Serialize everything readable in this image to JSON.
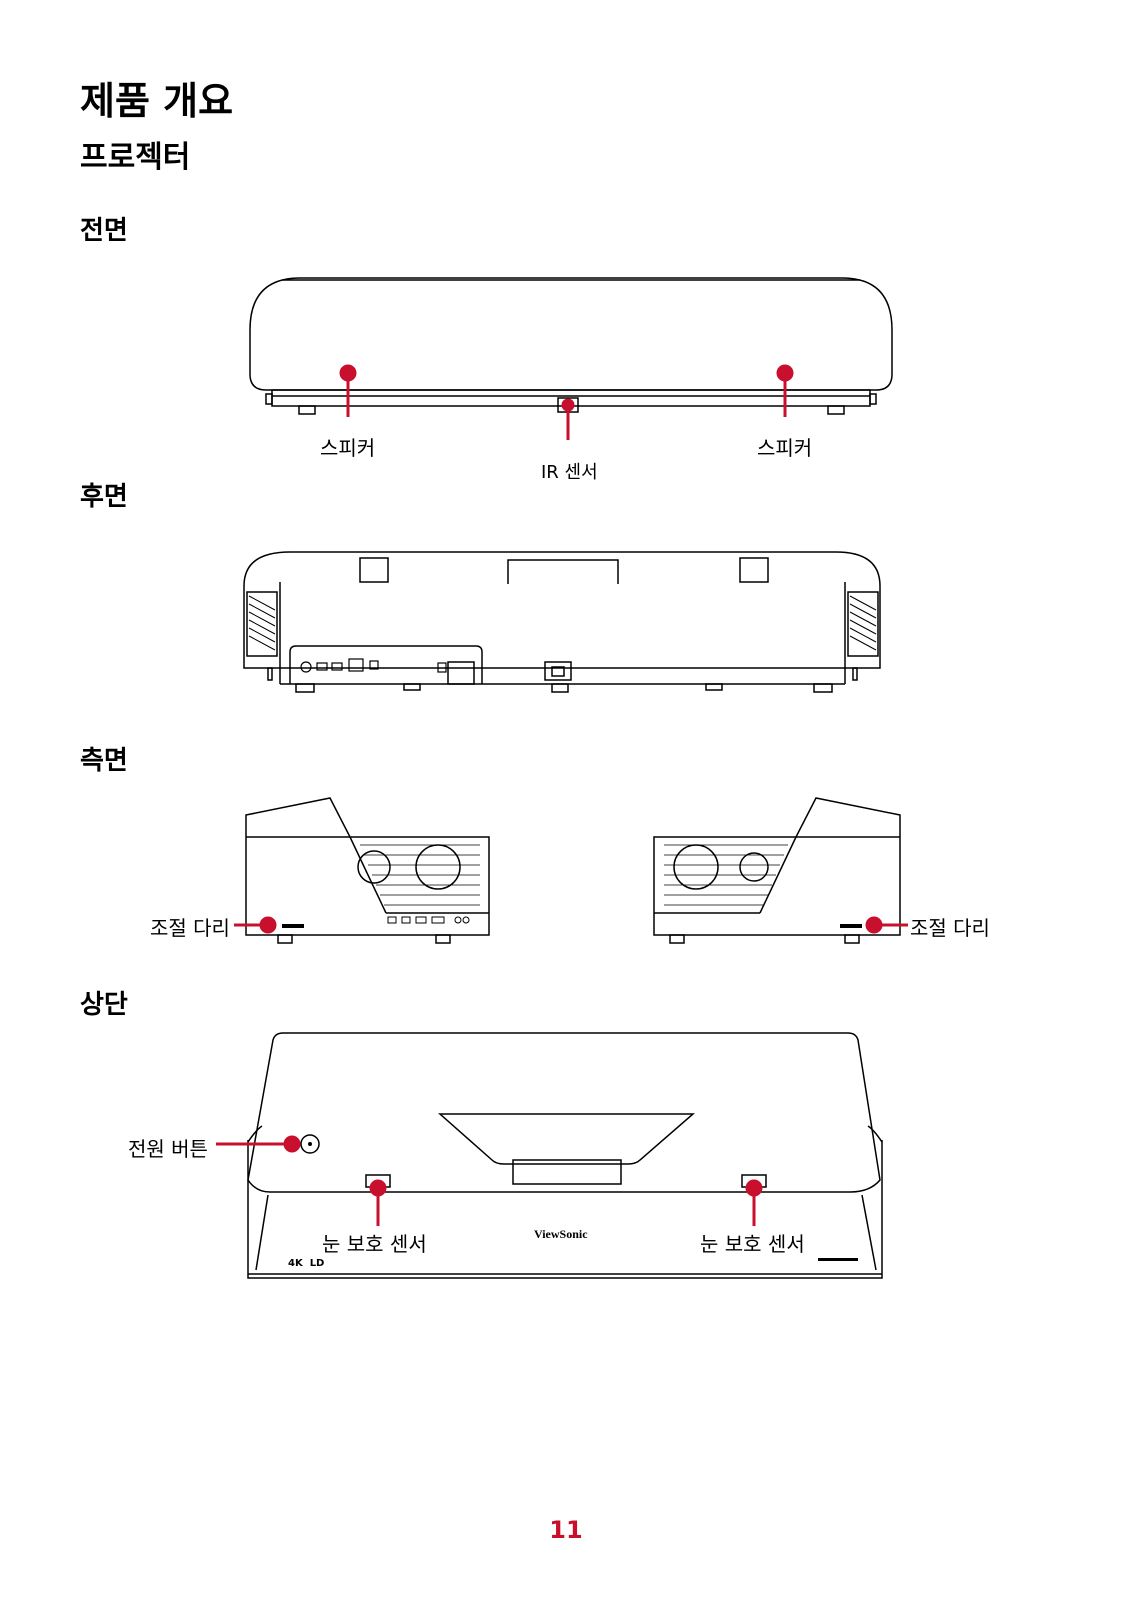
{
  "page": {
    "title": "제품 개요",
    "subtitle": "프로젝터",
    "page_number": "11",
    "accent_color": "#c8102e"
  },
  "front": {
    "heading": "전면",
    "callouts": {
      "speaker_left": "스피커",
      "ir_sensor": "IR 센서",
      "speaker_right": "스피커"
    }
  },
  "rear": {
    "heading": "후면"
  },
  "side": {
    "heading": "측면",
    "callouts": {
      "adjust_foot_left": "조절 다리",
      "adjust_foot_right": "조절 다리"
    }
  },
  "top": {
    "heading": "상단",
    "callouts": {
      "power_button": "전원 버튼",
      "eye_sensor_left": "눈 보호 센서",
      "eye_sensor_right": "눈 보호 센서"
    },
    "brand_logo": "ViewSonic",
    "badge_text": "4K",
    "badge_text2": "LD"
  }
}
